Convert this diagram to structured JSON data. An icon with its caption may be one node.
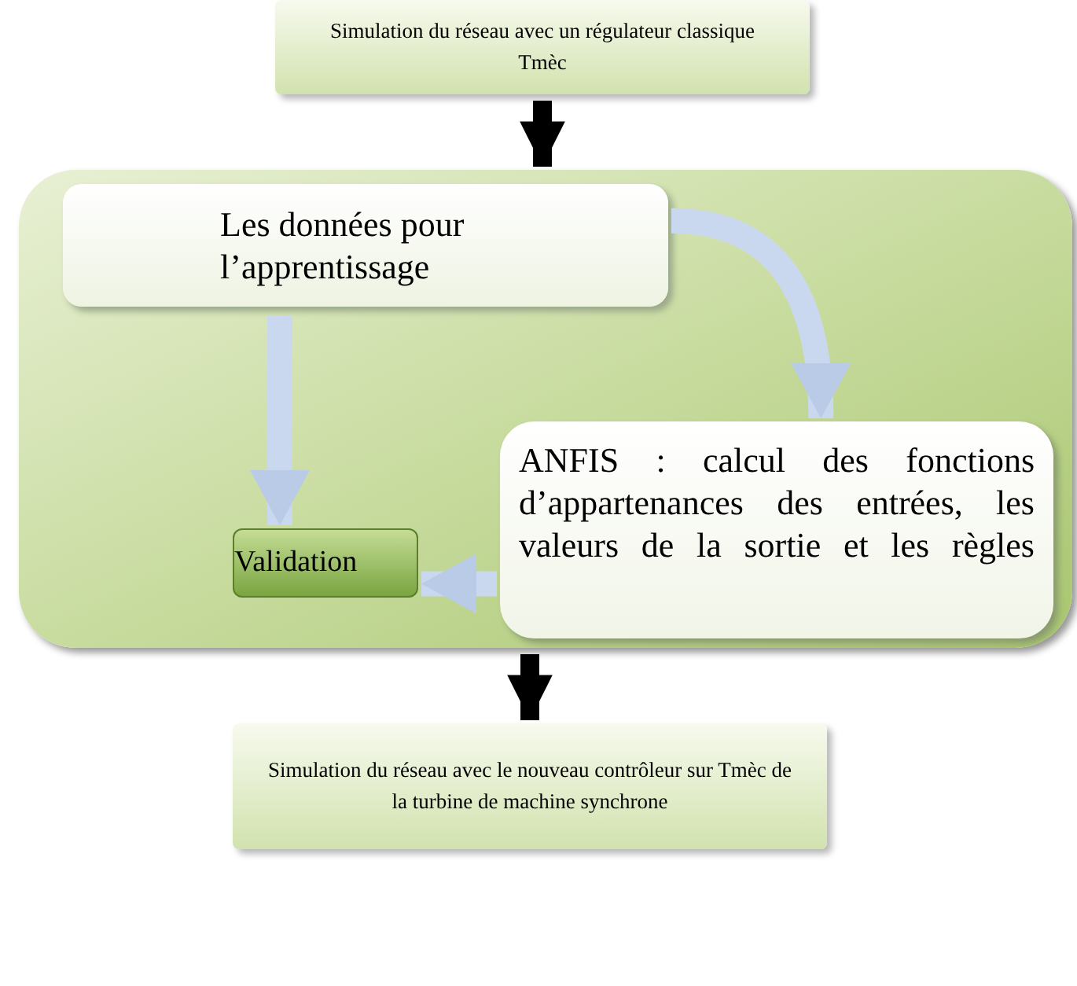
{
  "diagram": {
    "nodes": [
      {
        "text": [
          "Simulation du réseau avec un régulateur classique Tmèc"
        ]
      },
      {
        "text": [],
        "shape": "box"
      },
      {
        "text": [
          "Les données pour l’apprentissage"
        ],
        "in": 1
      },
      {
        "text": [
          "ANFIS : calcul des fonctions d’appartenances des entrées, les valeurs de la sortie et les règles"
        ],
        "in": 1
      },
      {
        "text": [
          "Validation"
        ],
        "in": 1
      },
      {
        "text": [
          "Simulation du réseau avec le nouveau contrôleur sur Tmèc de la turbine de machine synchrone"
        ]
      }
    ],
    "edges": [
      {
        "from": 0,
        "to": 1,
        "arrow": "to",
        "color": "#000000"
      },
      {
        "from": 2,
        "to": 3,
        "arrow": "to"
      },
      {
        "from": 2,
        "to": 4,
        "arrow": "to"
      },
      {
        "from": 3,
        "to": 4,
        "arrow": "to"
      },
      {
        "from": 1,
        "to": 5,
        "arrow": "to",
        "color": "#000000"
      }
    ]
  }
}
